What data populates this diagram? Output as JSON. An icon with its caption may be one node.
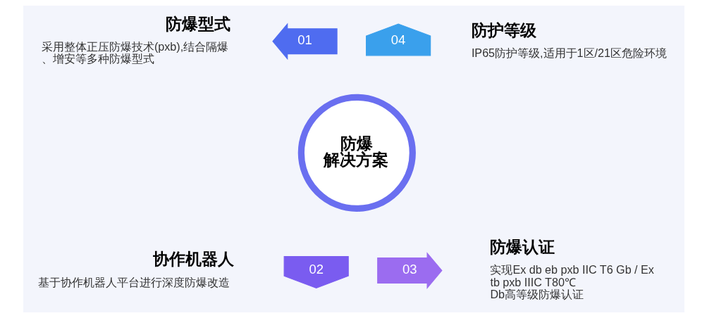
{
  "diagram": {
    "nodes": [
      {
        "text": [
          "防爆型式",
          "采用整体正压防爆技术(pxb),结合隔爆、增安等多种防爆型式"
        ]
      },
      {
        "text": [
          "01"
        ]
      },
      {
        "text": [
          "04"
        ]
      },
      {
        "text": [
          "防护等级",
          "IP65防护等级,适用于1区/21区危险环境"
        ]
      },
      {
        "text": [
          "防爆解决方案"
        ]
      },
      {
        "text": [
          "协作机器人",
          "基于协作机器人平台进行深度防爆改造"
        ]
      },
      {
        "text": [
          "02"
        ]
      },
      {
        "text": [
          "03"
        ]
      },
      {
        "text": [
          "防爆认证",
          "实现Ex db eb pxb IIC T6 Gb / Ex tb pxb IIIC T80℃ Db高等级防爆认证"
        ]
      }
    ]
  }
}
